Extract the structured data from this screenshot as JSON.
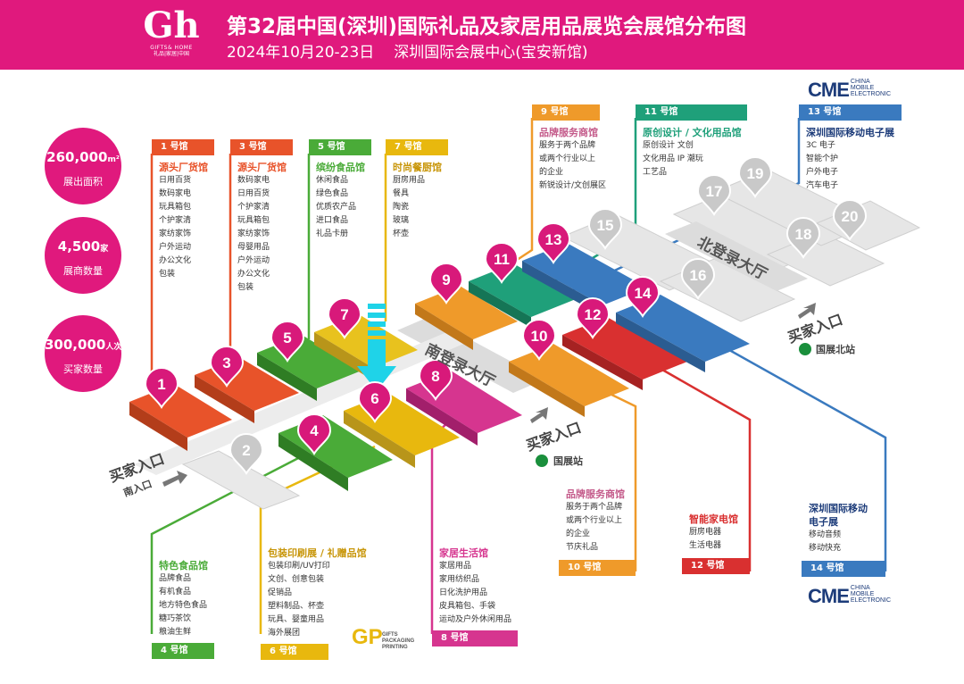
{
  "header": {
    "logo_sub1": "GIFTS& HOME",
    "logo_sub2": "礼品|家居|中国",
    "title": "第32届中国(深圳)国际礼品及家居用品展览会展馆分布图",
    "date": "2024年10月20-23日",
    "venue": "深圳国际会展中心(宝安新馆)"
  },
  "stats": [
    {
      "value": "260,000",
      "unit": "m²",
      "label": "展出面积"
    },
    {
      "value": "4,500",
      "unit": "家",
      "label": "展商数量"
    },
    {
      "value": "300,000",
      "unit": "人次",
      "label": "买家数量"
    }
  ],
  "halls_info": {
    "h1": {
      "tab": "1 号馆",
      "head": "源头厂货馆",
      "items": [
        "日用百货",
        "数码家电",
        "玩具箱包",
        "个护家清",
        "家纺家饰",
        "户外运动",
        "办公文化",
        "包装"
      ],
      "color": "#e8532a"
    },
    "h3": {
      "tab": "3 号馆",
      "head": "源头厂货馆",
      "items": [
        "数码家电",
        "日用百货",
        "个护家清",
        "玩具箱包",
        "家纺家饰",
        "母婴用品",
        "户外运动",
        "办公文化",
        "包装"
      ],
      "color": "#e8532a"
    },
    "h5": {
      "tab": "5 号馆",
      "head": "缤纷食品馆",
      "items": [
        "休闲食品",
        "绿色食品",
        "优质农产品",
        "进口食品",
        "礼品卡册"
      ],
      "color": "#4aab38"
    },
    "h7": {
      "tab": "7 号馆",
      "head": "时尚餐厨馆",
      "items": [
        "厨房用品",
        "餐具",
        "陶瓷",
        "玻璃",
        "杯壶"
      ],
      "color": "#e8b80e"
    },
    "h9": {
      "tab": "9 号馆",
      "head": "品牌服务商馆",
      "items": [
        "服务于两个品牌",
        "或两个行业以上",
        "的企业",
        "新锐设计/文创展区"
      ],
      "color": "#ef9a2a"
    },
    "h11": {
      "tab": "11 号馆",
      "head": "原创设计 / 文化用品馆",
      "items": [
        "原创设计  文创",
        "文化用品  IP 潮玩",
        "工艺品"
      ],
      "color": "#1fa07a"
    },
    "h13": {
      "tab": "13 号馆",
      "head": "深圳国际移动电子展",
      "items": [
        "3C 电子",
        "智能个护",
        "户外电子",
        "汽车电子"
      ],
      "color": "#3a7abf"
    },
    "h4": {
      "tab": "4 号馆",
      "head": "特色食品馆",
      "items": [
        "品牌食品",
        "有机食品",
        "地方特色食品",
        "糖巧茶饮",
        "粮油生鲜"
      ],
      "color": "#4aab38"
    },
    "h6": {
      "tab": "6 号馆",
      "head": "包装印刷展 / 礼赠品馆",
      "items": [
        "包装印刷/UV打印",
        "文创、创意包装",
        "促销品",
        "塑料制品、杯壶",
        "玩具、婴童用品",
        "海外展团"
      ],
      "color": "#e8b80e"
    },
    "h8": {
      "tab": "8 号馆",
      "head": "家居生活馆",
      "items": [
        "家居用品",
        "家用纺织品",
        "日化洗护用品",
        "皮具箱包、手袋",
        "运动及户外休闲用品"
      ],
      "color": "#d6358f"
    },
    "h10": {
      "tab": "10 号馆",
      "head": "品牌服务商馆",
      "items": [
        "服务于两个品牌",
        "或两个行业以上",
        "的企业",
        "节庆礼品"
      ],
      "color": "#ef9a2a"
    },
    "h12": {
      "tab": "12 号馆",
      "head": "智能家电馆",
      "items": [
        "厨房电器",
        "生活电器"
      ],
      "color": "#d93030"
    },
    "h14": {
      "tab": "14 号馆",
      "head1": "深圳国际移动",
      "head2": "电子展",
      "items": [
        "移动音频",
        "移动快充"
      ],
      "color": "#3a7abf"
    }
  },
  "map": {
    "hall_numbers": [
      "1",
      "2",
      "3",
      "4",
      "5",
      "6",
      "7",
      "8",
      "9",
      "10",
      "11",
      "12",
      "13",
      "14",
      "15",
      "16",
      "17",
      "18",
      "19",
      "20"
    ],
    "south_hall": "南登录大厅",
    "north_hall": "北登录大厅",
    "entrance_south": "买家入口",
    "entrance_south_sub": "南入口",
    "entrance_mid": "买家入口",
    "entrance_mid_sub": "国展站",
    "entrance_north": "买家入口",
    "entrance_north_sub": "国展北站",
    "metro_icon": "metro-icon"
  },
  "cme_logo": {
    "mark": "CME",
    "line1": "CHINA",
    "line2": "MOBILE",
    "line3": "ELECTRONIC"
  },
  "gp_logo": {
    "mark": "GP",
    "line1": "GIFTS",
    "line2": "PACKAGING",
    "line3": "PRINTING"
  },
  "colors": {
    "brand": "#e0197d",
    "orange_red": "#e8532a",
    "green": "#4aab38",
    "yellow": "#e8b80e",
    "orange": "#ef9a2a",
    "teal": "#1fa07a",
    "blue": "#3a7abf",
    "pink": "#d6358f",
    "red": "#d93030",
    "grey_hall": "#e4e4e4",
    "cyan_arrow": "#1fd3e8"
  }
}
